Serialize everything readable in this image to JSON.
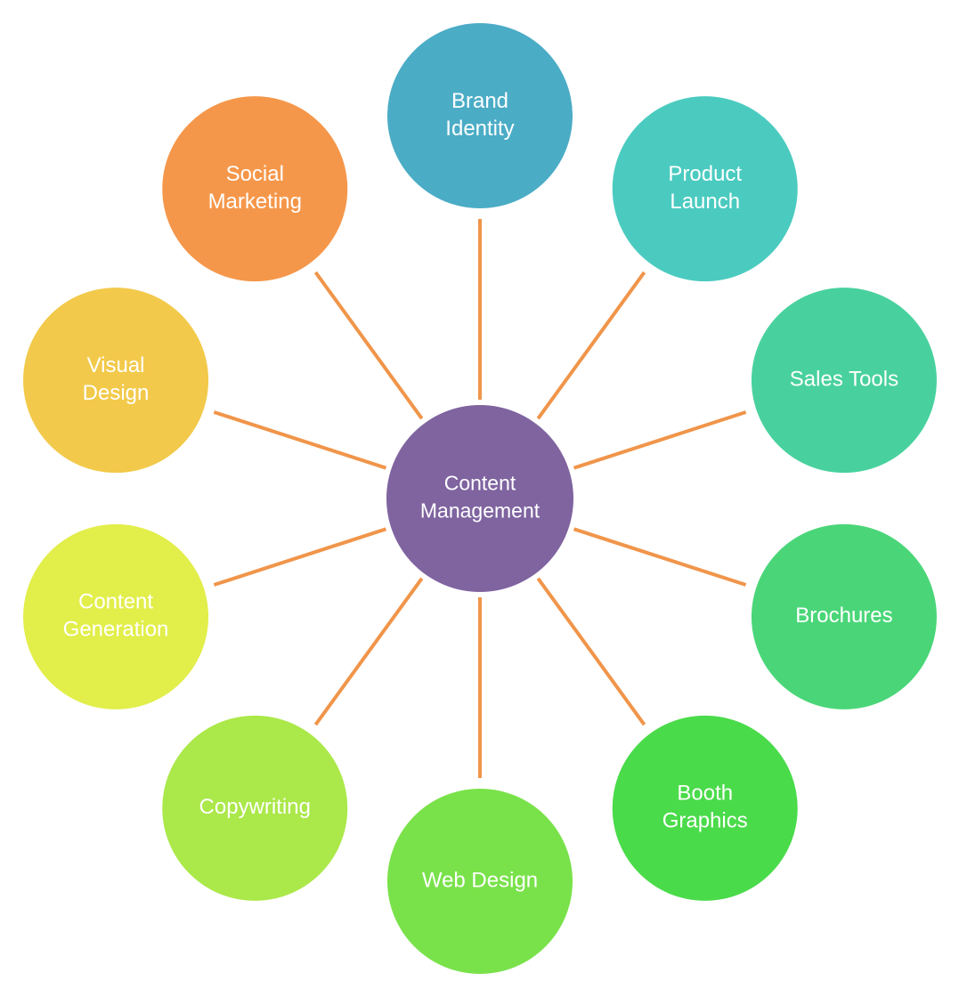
{
  "diagram": {
    "type": "hub-and-spoke",
    "connector_color": "#F0954A",
    "center": {
      "lines": [
        "Content",
        "Management"
      ],
      "color": "#7F64A0"
    },
    "nodes": [
      {
        "lines": [
          "Brand",
          "Identity"
        ],
        "color": "#4BACC6"
      },
      {
        "lines": [
          "Product",
          "Launch"
        ],
        "color": "#4BCBC0"
      },
      {
        "lines": [
          "Sales Tools"
        ],
        "color": "#48D19E"
      },
      {
        "lines": [
          "Brochures"
        ],
        "color": "#4AD678"
      },
      {
        "lines": [
          "Booth",
          "Graphics"
        ],
        "color": "#4ADB4A"
      },
      {
        "lines": [
          "Web Design"
        ],
        "color": "#79E24A"
      },
      {
        "lines": [
          "Copywriting"
        ],
        "color": "#ABE84A"
      },
      {
        "lines": [
          "Content",
          "Generation"
        ],
        "color": "#E2EE4A"
      },
      {
        "lines": [
          "Visual",
          "Design"
        ],
        "color": "#F2C94A"
      },
      {
        "lines": [
          "Social",
          "Marketing"
        ],
        "color": "#F5974A"
      }
    ]
  }
}
